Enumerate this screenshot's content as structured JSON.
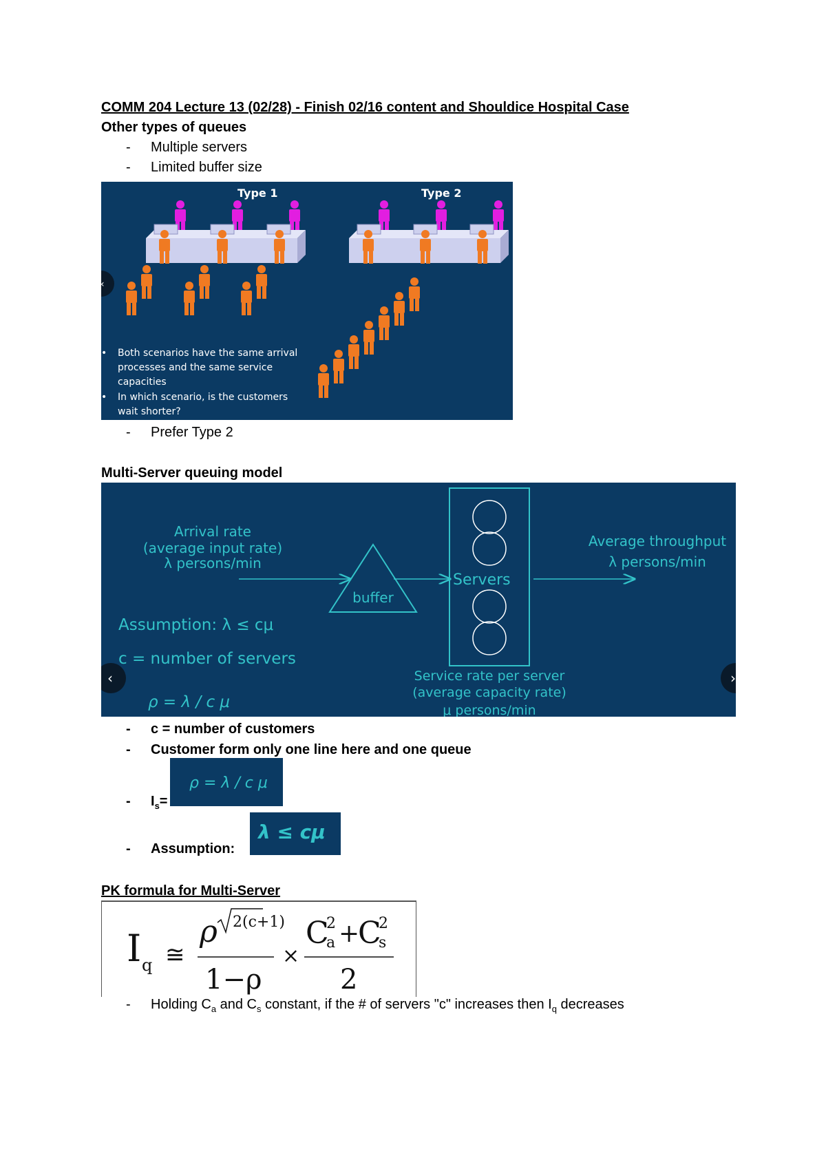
{
  "doc": {
    "title": "COMM 204 Lecture 13 (02/28) - Finish 02/16 content and Shouldice Hospital Case",
    "section1": {
      "heading": "Other types of queues",
      "bullets": [
        "Multiple servers",
        "Limited buffer size"
      ],
      "slide": {
        "type1": "Type 1",
        "type2": "Type 2",
        "bullet_a_line1": "Both scenarios have the same arrival",
        "bullet_a_line2": "processes and the same service",
        "bullet_a_line3": "capacities",
        "bullet_b_line1": "In which scenario, is the customers",
        "bullet_b_line2": "wait shorter?"
      },
      "after_bullet": "Prefer Type 2"
    },
    "section2": {
      "heading": "Multi-Server queuing model",
      "slide": {
        "arrival_line1": "Arrival rate",
        "arrival_line2": "(average input rate)",
        "arrival_line3": "λ persons/min",
        "buffer": "buffer",
        "servers": "Servers",
        "throughput_line1": "Average throughput",
        "throughput_line2": "λ persons/min",
        "assumption": "Assumption: λ ≤ cμ",
        "c_def": "c = number of servers",
        "rho": "ρ = λ / c μ",
        "service_line1": "Service rate per server",
        "service_line2": "(average capacity rate)",
        "service_line3": "μ persons/min"
      },
      "bullets": {
        "b1": "c = number of customers",
        "b2": "Customer form only one line here and one queue",
        "b3_label": "I",
        "b3_sub": "s",
        "b3_eq": "=",
        "b3_formula": "ρ = λ / c μ",
        "b4_label": "Assumption:",
        "b4_formula": "λ ≤ cμ"
      }
    },
    "section3": {
      "heading": "PK formula for Multi-Server",
      "formula": {
        "lhs": "I",
        "lhs_sub": "q",
        "approx": "≅",
        "rho": "ρ",
        "exp": "2(c+1)",
        "denom": "1−ρ",
        "times": "×",
        "c": "C",
        "ca_sub": "a",
        "cs_sub": "s",
        "sq": "2",
        "plus": "+",
        "two": "2"
      },
      "bullet": {
        "t1": "Holding C",
        "s1": "a",
        "t2": " and C",
        "s2": "s",
        "t3": " constant, if the # of servers \"c\" increases then I",
        "s3": "q",
        "t4": " decreases"
      }
    }
  },
  "colors": {
    "slide_bg": "#0b3a63",
    "teal": "#33c3c9",
    "orange": "#f07a22",
    "magenta": "#e21ee0",
    "desk": "#cdd0ee"
  }
}
